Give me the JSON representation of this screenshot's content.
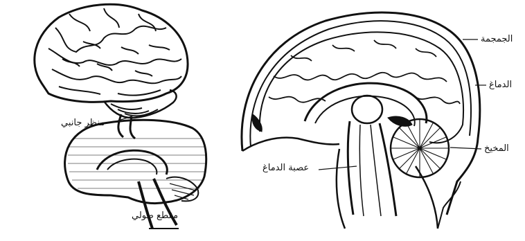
{
  "labels": {
    "lateral_view": "منظر جانبي",
    "longitudinal_section": "مقطع طولي",
    "skull": "الجمجمة",
    "brain": "الدماغ",
    "cerebellum": "المخيخ",
    "brain_nerve": "عصبة الدماغ"
  },
  "colors": {
    "ink": "#111111",
    "paper": "#ffffff"
  }
}
